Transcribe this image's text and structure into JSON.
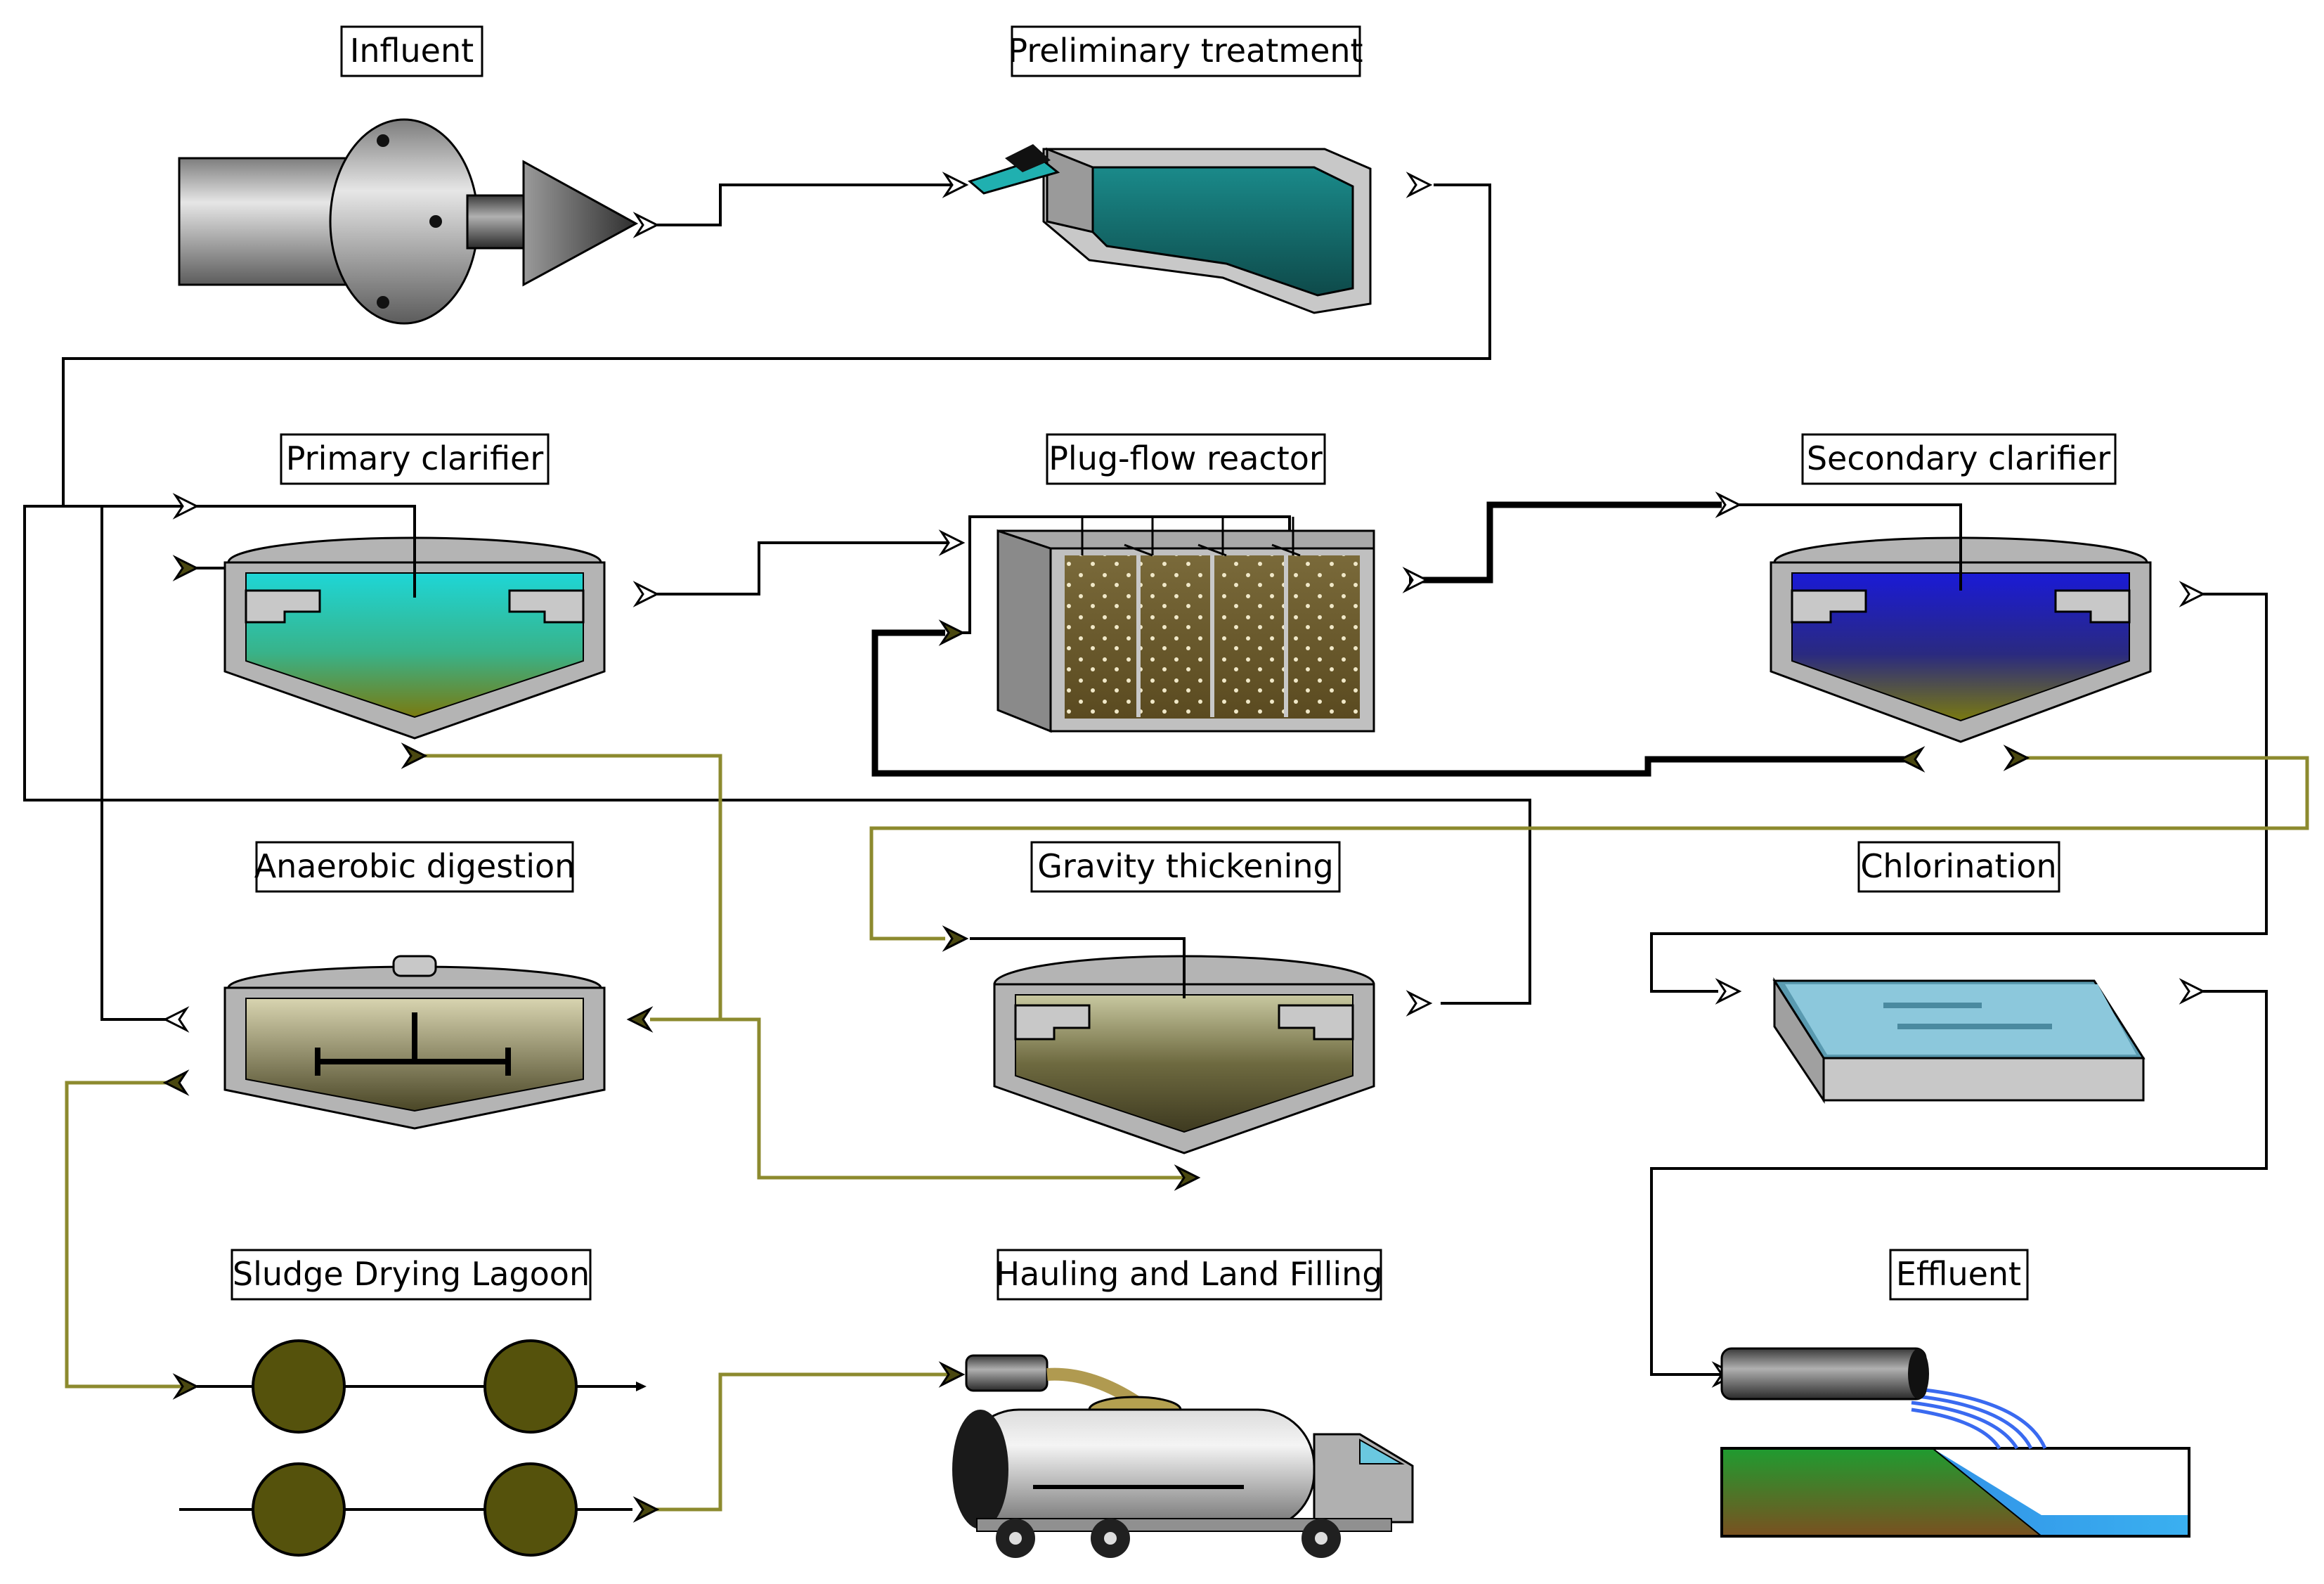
{
  "labels": {
    "influent": "Influent",
    "preliminary": "Preliminary treatment",
    "primary": "Primary clarifier",
    "plugflow": "Plug-flow reactor",
    "secondary": "Secondary clarifier",
    "anaerobic": "Anaerobic digestion",
    "gravity": "Gravity thickening",
    "chlorination": "Chlorination",
    "lagoon": "Sludge Drying Lagoon",
    "hauling": "Hauling and Land Filling",
    "effluent": "Effluent"
  },
  "colors": {
    "sludge_line": "#8c8a2e",
    "flow_line": "#000000",
    "primary_water": "#1fc4c4",
    "secondary_water": "#1a1aa8",
    "lagoon_cell": "#55520c"
  }
}
